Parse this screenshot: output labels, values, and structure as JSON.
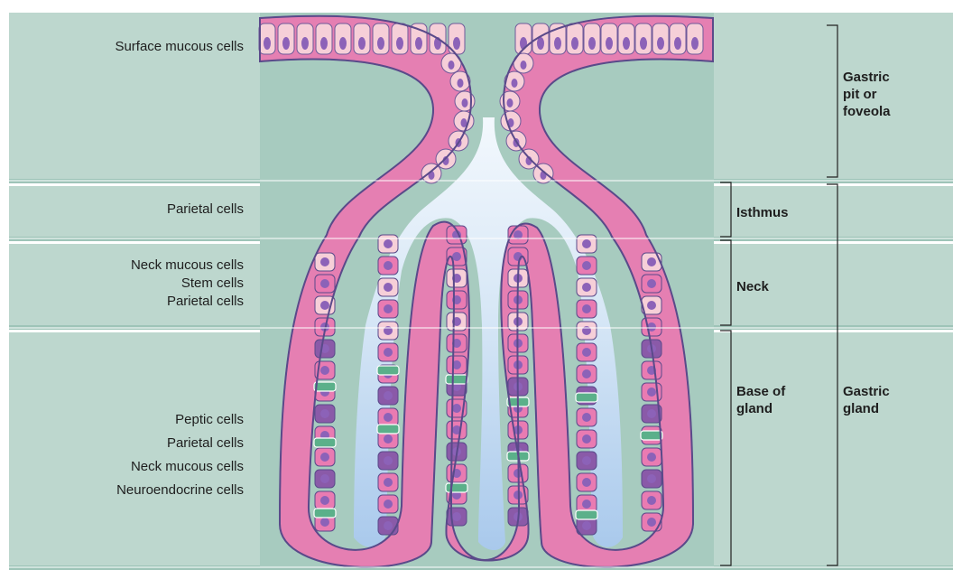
{
  "left_labels": {
    "pit": [
      "Surface mucous cells"
    ],
    "isthmus": [
      "Parietal cells"
    ],
    "neck": [
      "Neck mucous cells",
      "Stem cells",
      "Parietal cells"
    ],
    "base": [
      "Peptic cells",
      "Parietal cells",
      "Neck mucous cells",
      "Neuroendocrine cells"
    ]
  },
  "right_labels": {
    "pit": "Gastric pit or foveola",
    "isthmus": "Isthmus",
    "neck": "Neck",
    "base": "Base of gland",
    "gland": "Gastric gland"
  },
  "colors": {
    "band": "#bdd7ce",
    "lumen": "#e9f1fb",
    "mucous_cell": "#f6cfd8",
    "parietal_cell": "#e97bb2",
    "peptic_cell": "#8a5aa8",
    "neuroendocrine_cell": "#5bb08a",
    "nucleus": "#8c62b8"
  }
}
